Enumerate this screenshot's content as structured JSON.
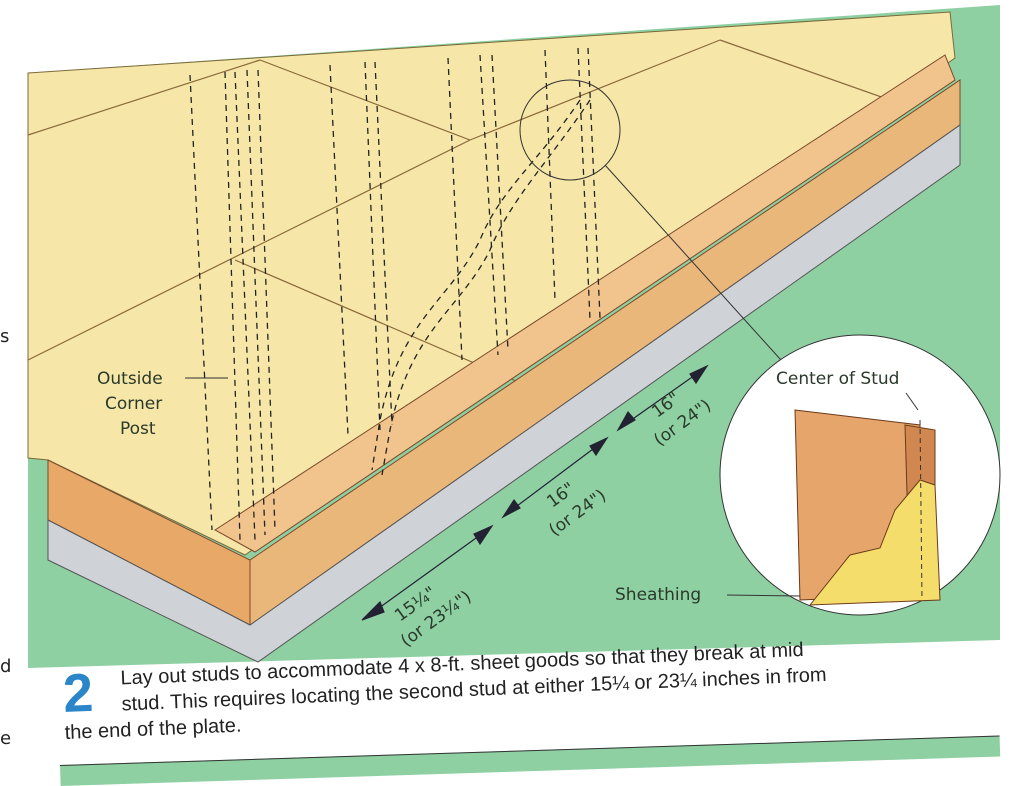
{
  "figure": {
    "labels": {
      "outside_corner_post": [
        "Outside",
        "Corner",
        "Post"
      ],
      "center_of_stud": "Center of Stud",
      "sheathing": "Sheathing"
    },
    "dimensions": [
      {
        "main": "15¼\"",
        "alt": "(or 23¼\")"
      },
      {
        "main": "16\"",
        "alt": "(or 24\")"
      },
      {
        "main": "16\"",
        "alt": "(or 24\")"
      }
    ],
    "colors": {
      "plywood": "#f6e6a8",
      "lumber": "#eab77a",
      "ground": "#8fd0a3",
      "foundation": "#cfd3d8",
      "step_number": "#2a86c8"
    }
  },
  "caption": {
    "step_number": "2",
    "lines": [
      "Lay out studs to accommodate 4 x 8-ft. sheet goods so that they break at mid",
      "stud. This requires locating the second stud at either 15¼ or 23¼ inches in from",
      "the end of the plate."
    ]
  },
  "margin_text": [
    "s",
    "d",
    "e"
  ]
}
